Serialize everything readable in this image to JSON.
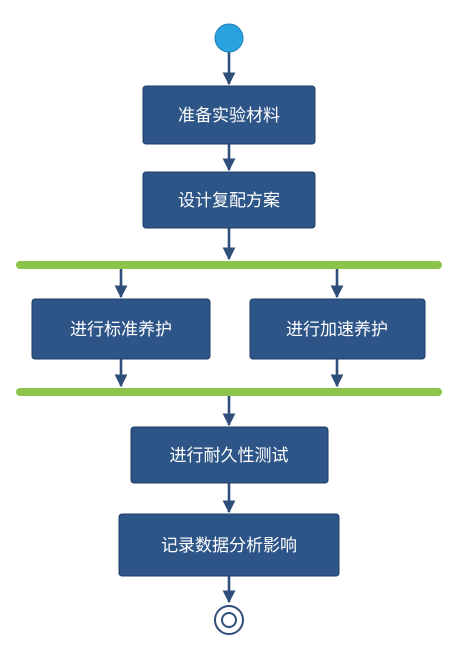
{
  "diagram": {
    "nodes": [
      {
        "id": "prepare",
        "label": "准备实验材料"
      },
      {
        "id": "design",
        "label": "设计复配方案"
      },
      {
        "id": "standard",
        "label": "进行标准养护"
      },
      {
        "id": "accelerated",
        "label": "进行加速养护"
      },
      {
        "id": "durability",
        "label": "进行耐久性测试"
      },
      {
        "id": "record",
        "label": "记录数据分析影响"
      }
    ],
    "colors": {
      "node": "#2e5587",
      "node_text": "#ffffff",
      "arrow": "#2f4f7a",
      "sync_bar": "#8cc34a",
      "start": "#29a3df",
      "end": "#2f4f7a"
    }
  }
}
